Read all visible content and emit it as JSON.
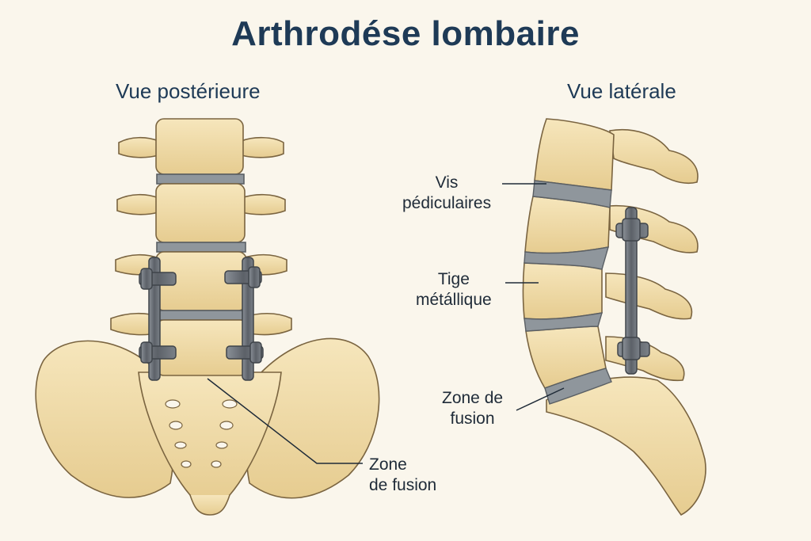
{
  "title": "Arthrodése lombaire",
  "views": {
    "posterior": {
      "title": "Vue postérieure",
      "label_fusion_1": "Zone",
      "label_fusion_2": "de fusion"
    },
    "lateral": {
      "title": "Vue latérale",
      "label_vis_1": "Vis",
      "label_vis_2": "pédiculaires",
      "label_tige_1": "Tige",
      "label_tige_2": "métállique",
      "label_fusion_1": "Zone de",
      "label_fusion_2": "fusion"
    }
  },
  "colors": {
    "background": "#faf6ec",
    "bone": "#f0dcaa",
    "bone_shadow": "#d9bd80",
    "outline": "#7a6440",
    "disc": "#8f969c",
    "metal": "#6b7178",
    "title": "#1e3a56"
  }
}
